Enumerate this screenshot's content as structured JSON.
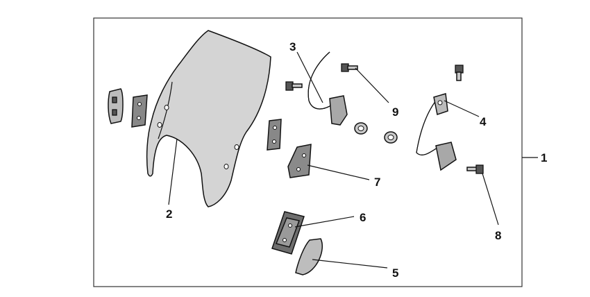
{
  "diagram": {
    "frame_color": "#333333",
    "part_fill": "#c9c9c9",
    "callouts": [
      {
        "id": "1",
        "text": "1"
      },
      {
        "id": "2",
        "text": "2"
      },
      {
        "id": "3",
        "text": "3"
      },
      {
        "id": "4",
        "text": "4"
      },
      {
        "id": "5",
        "text": "5"
      },
      {
        "id": "6",
        "text": "6"
      },
      {
        "id": "7",
        "text": "7"
      },
      {
        "id": "8",
        "text": "8"
      },
      {
        "id": "9",
        "text": "9"
      }
    ]
  }
}
